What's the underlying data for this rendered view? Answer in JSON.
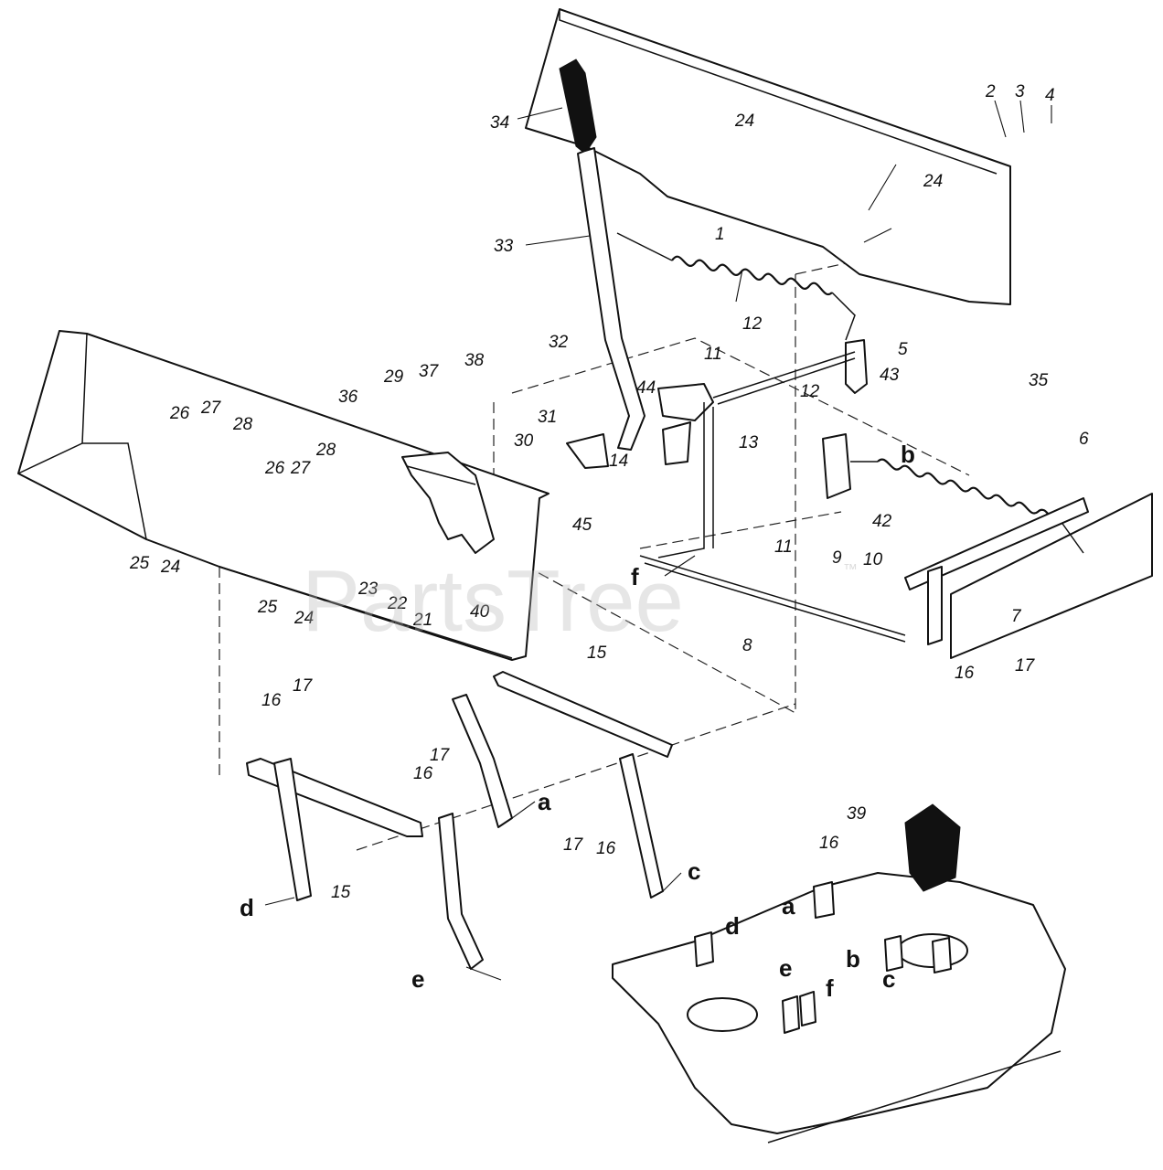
{
  "watermark": {
    "text": "PartsTree",
    "mark": "™"
  },
  "callouts": {
    "c1": "1",
    "c2": "2",
    "c3": "3",
    "c4": "4",
    "c5": "5",
    "c6": "6",
    "c7": "7",
    "c8": "8",
    "c9": "9",
    "c10": "10",
    "c11a": "11",
    "c11b": "11",
    "c12a": "12",
    "c12b": "12",
    "c13": "13",
    "c14": "14",
    "c15a": "15",
    "c15b": "15",
    "c16a": "16",
    "c16b": "16",
    "c16c": "16",
    "c16d": "16",
    "c16e": "16",
    "c17a": "17",
    "c17b": "17",
    "c17c": "17",
    "c17d": "17",
    "c21": "21",
    "c22": "22",
    "c23": "23",
    "c24a": "24",
    "c24b": "24",
    "c24c": "24",
    "c24d": "24",
    "c25a": "25",
    "c25b": "25",
    "c26a": "26",
    "c26b": "26",
    "c27a": "27",
    "c27b": "27",
    "c28a": "28",
    "c28b": "28",
    "c29": "29",
    "c30": "30",
    "c31": "31",
    "c32": "32",
    "c33": "33",
    "c34": "34",
    "c35": "35",
    "c36": "36",
    "c37": "37",
    "c38": "38",
    "c39": "39",
    "c40": "40",
    "c42": "42",
    "c43": "43",
    "c44": "44",
    "c45": "45"
  },
  "letters": {
    "a1": "a",
    "a2": "a",
    "b1": "b",
    "b2": "b",
    "c1": "c",
    "c2": "c",
    "d1": "d",
    "d2": "d",
    "e1": "e",
    "e2": "e",
    "f1": "f",
    "f2": "f"
  }
}
